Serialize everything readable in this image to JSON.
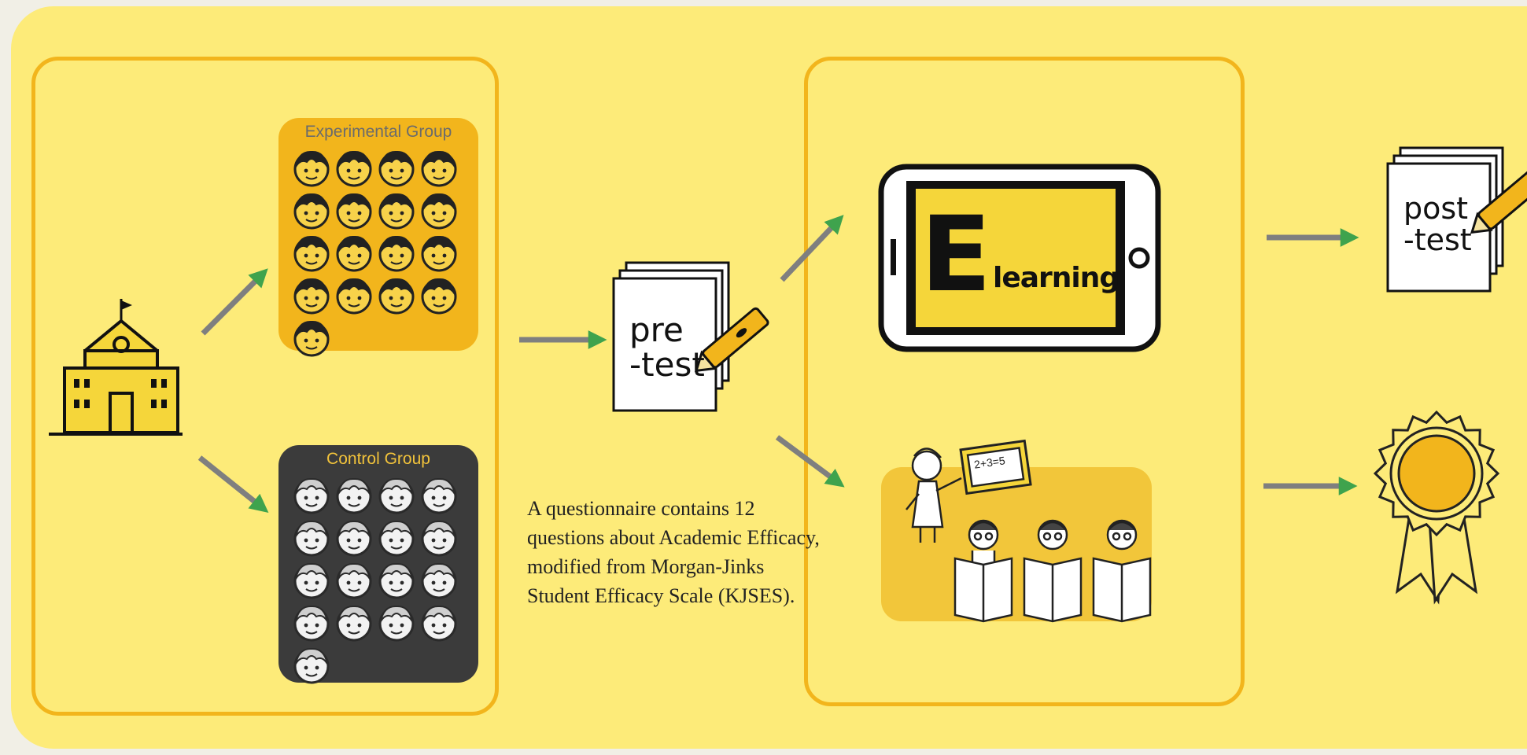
{
  "groups": {
    "experimental": {
      "title": "Experimental Group",
      "count": 17,
      "color": "#f2b51c"
    },
    "control": {
      "title": "Control Group",
      "count": 17,
      "color": "#3b3b3b"
    }
  },
  "pretest": {
    "line1": "pre",
    "line2": "-test"
  },
  "posttest": {
    "line1": "post",
    "line2": "-test"
  },
  "elearning": {
    "letter": "E",
    "word": "learning"
  },
  "classroom": {
    "board": "2+3=5"
  },
  "caption": "A questionnaire contains 12 questions about Academic Efficacy, modified from Morgan-Jinks Student Efficacy Scale (KJSES).",
  "colors": {
    "background": "#fdeb79",
    "box_border": "#f2b51c",
    "arrow_shaft": "#7f7f7f",
    "arrow_head": "#3fa34d"
  }
}
